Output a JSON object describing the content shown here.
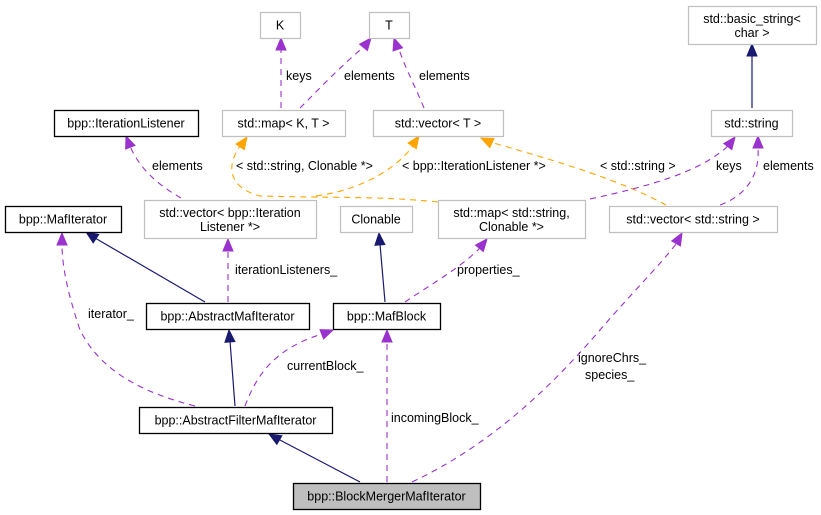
{
  "diagram": {
    "title": "bpp::BlockMergerMafIterator collaboration graph",
    "colors": {
      "inheritance": "#191970",
      "usage": "#9a32cd",
      "template": "#ffa500",
      "focus_fill": "#bfbfbf",
      "documented_border": "#000000",
      "undocumented_border": "#bfbfbf"
    },
    "nodes": [
      {
        "id": "K",
        "lines": [
          "K"
        ],
        "kind": "external"
      },
      {
        "id": "T",
        "lines": [
          "T"
        ],
        "kind": "external"
      },
      {
        "id": "basic_string",
        "lines": [
          "std::basic_string<",
          "char >"
        ],
        "kind": "external"
      },
      {
        "id": "IterationListener",
        "lines": [
          "bpp::IterationListener"
        ],
        "kind": "documented"
      },
      {
        "id": "map_KT",
        "lines": [
          "std::map< K, T >"
        ],
        "kind": "external"
      },
      {
        "id": "vector_T",
        "lines": [
          "std::vector< T >"
        ],
        "kind": "external"
      },
      {
        "id": "string",
        "lines": [
          "std::string"
        ],
        "kind": "external"
      },
      {
        "id": "MafIterator",
        "lines": [
          "bpp::MafIterator"
        ],
        "kind": "documented"
      },
      {
        "id": "vector_IL",
        "lines": [
          "std::vector< bpp::Iteration",
          "Listener *>"
        ],
        "kind": "external"
      },
      {
        "id": "Clonable",
        "lines": [
          "Clonable"
        ],
        "kind": "external"
      },
      {
        "id": "map_SC",
        "lines": [
          "std::map< std::string,",
          "Clonable *>"
        ],
        "kind": "external"
      },
      {
        "id": "vector_S",
        "lines": [
          "std::vector< std::string >"
        ],
        "kind": "external"
      },
      {
        "id": "AbstractMafIterator",
        "lines": [
          "bpp::AbstractMafIterator"
        ],
        "kind": "documented"
      },
      {
        "id": "MafBlock",
        "lines": [
          "bpp::MafBlock"
        ],
        "kind": "documented"
      },
      {
        "id": "AbstractFilterMafIterator",
        "lines": [
          "bpp::AbstractFilterMafIterator"
        ],
        "kind": "documented"
      },
      {
        "id": "BlockMergerMafIterator",
        "lines": [
          "bpp::BlockMergerMafIterator"
        ],
        "kind": "focus"
      }
    ],
    "edges": [
      {
        "from": "map_KT",
        "to": "K",
        "type": "usage",
        "labels": [
          "keys"
        ]
      },
      {
        "from": "map_KT",
        "to": "T",
        "type": "usage",
        "labels": [
          "elements"
        ]
      },
      {
        "from": "vector_T",
        "to": "T",
        "type": "usage",
        "labels": [
          "elements"
        ]
      },
      {
        "from": "string",
        "to": "basic_string",
        "type": "inheritance",
        "labels": []
      },
      {
        "from": "vector_IL",
        "to": "IterationListener",
        "type": "usage",
        "labels": [
          "elements"
        ]
      },
      {
        "from": "map_SC",
        "to": "map_KT",
        "type": "template",
        "labels": [
          "< std::string, Clonable *>"
        ]
      },
      {
        "from": "vector_IL",
        "to": "vector_T",
        "type": "template",
        "labels": [
          "< bpp::IterationListener *>"
        ]
      },
      {
        "from": "vector_S",
        "to": "vector_T",
        "type": "template",
        "labels": [
          "< std::string >"
        ]
      },
      {
        "from": "map_SC",
        "to": "string",
        "type": "usage",
        "labels": [
          "keys"
        ]
      },
      {
        "from": "vector_S",
        "to": "string",
        "type": "usage",
        "labels": [
          "elements"
        ]
      },
      {
        "from": "AbstractMafIterator",
        "to": "MafIterator",
        "type": "inheritance",
        "labels": []
      },
      {
        "from": "AbstractMafIterator",
        "to": "vector_IL",
        "type": "usage",
        "labels": [
          "iterationListeners_"
        ]
      },
      {
        "from": "MafBlock",
        "to": "Clonable",
        "type": "inheritance",
        "labels": []
      },
      {
        "from": "MafBlock",
        "to": "map_SC",
        "type": "usage",
        "labels": [
          "properties_"
        ]
      },
      {
        "from": "AbstractFilterMafIterator",
        "to": "MafIterator",
        "type": "usage",
        "labels": [
          "iterator_"
        ]
      },
      {
        "from": "AbstractFilterMafIterator",
        "to": "AbstractMafIterator",
        "type": "inheritance",
        "labels": []
      },
      {
        "from": "AbstractFilterMafIterator",
        "to": "MafBlock",
        "type": "usage",
        "labels": [
          "currentBlock_"
        ]
      },
      {
        "from": "BlockMergerMafIterator",
        "to": "AbstractFilterMafIterator",
        "type": "inheritance",
        "labels": []
      },
      {
        "from": "BlockMergerMafIterator",
        "to": "MafBlock",
        "type": "usage",
        "labels": [
          "incomingBlock_"
        ]
      },
      {
        "from": "BlockMergerMafIterator",
        "to": "vector_S",
        "type": "usage",
        "labels": [
          "ignoreChrs_",
          "species_"
        ]
      }
    ]
  }
}
